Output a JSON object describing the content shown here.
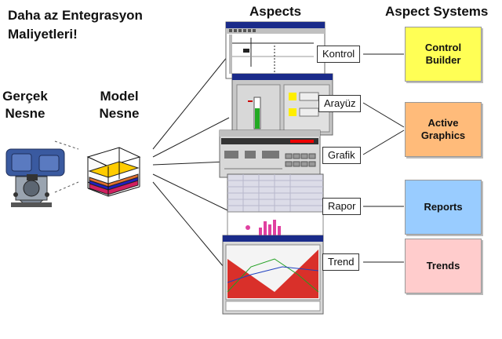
{
  "slogan_line1": "Daha az Entegrasyon",
  "slogan_line2": "Maliyetleri!",
  "aspects_heading": "Aspects",
  "systems_heading": "Aspect Systems",
  "real_object_line1": "Gerçek",
  "real_object_line2": "Nesne",
  "model_object_line1": "Model",
  "model_object_line2": "Nesne",
  "aspects": [
    {
      "label": "Kontrol"
    },
    {
      "label": "Arayüz"
    },
    {
      "label": "Grafik"
    },
    {
      "label": "Rapor"
    },
    {
      "label": "Trend"
    }
  ],
  "systems": [
    {
      "label_line1": "Control",
      "label_line2": "Builder",
      "color": "#ffff55"
    },
    {
      "label_line1": "Active",
      "label_line2": "Graphics",
      "color": "#ffbb7a"
    },
    {
      "label_line1": "Reports",
      "label_line2": "",
      "color": "#99ccff"
    },
    {
      "label_line1": "Trends",
      "label_line2": "",
      "color": "#ffcccc"
    }
  ],
  "colors": {
    "valve_blue": "#3a5aa0",
    "trend_red": "#d9302a",
    "report_magenta": "#e040a0",
    "window_titlebar": "#1a2b8a",
    "window_face": "#c0c0c0"
  }
}
